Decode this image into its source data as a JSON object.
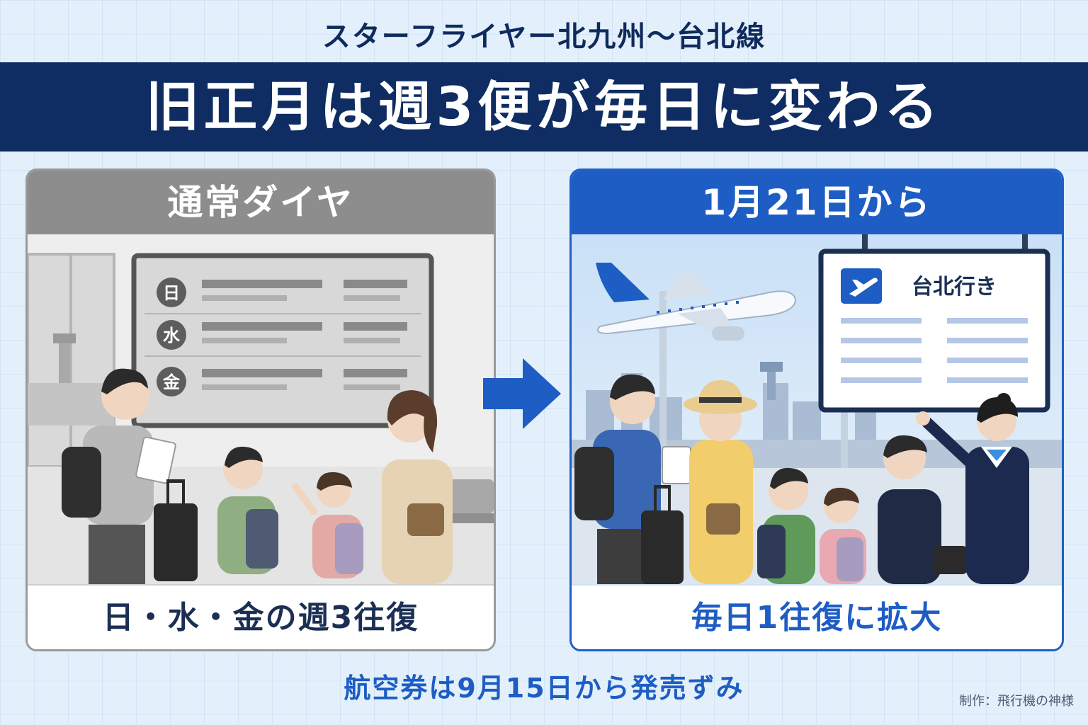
{
  "header": {
    "subtitle": "スターフライヤー北九州〜台北線",
    "title": "旧正月は週3便が毎日に変わる"
  },
  "left_panel": {
    "heading": "通常ダイヤ",
    "board_days": [
      "日",
      "水",
      "金"
    ],
    "footer": "日・水・金の週3往復"
  },
  "right_panel": {
    "heading": "1月21日から",
    "board_title": "台北行き",
    "footer": "毎日1往復に拡大"
  },
  "icons": [
    "arrow-right-icon",
    "plane-icon",
    "airplane-illustration"
  ],
  "colors": {
    "navy": "#0f2d63",
    "accent_blue": "#1e5dc4",
    "gray": "#8d8d8d",
    "background": "#e3f0fb"
  },
  "footer": {
    "note": "航空券は9月15日から発売ずみ",
    "credit": "制作：飛行機の神様"
  }
}
